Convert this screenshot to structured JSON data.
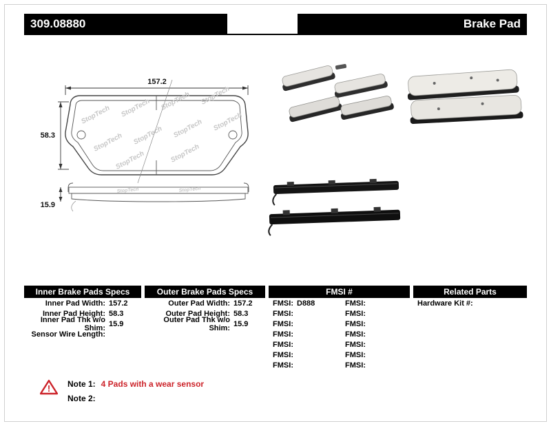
{
  "page": {
    "background": "#ffffff",
    "header_bg": "#000000",
    "accent_red": "#cc2229"
  },
  "header": {
    "part_number": "309.08880",
    "product_type": "Brake Pad"
  },
  "drawing": {
    "watermark": "StopTech",
    "dims": {
      "width": "157.2",
      "height": "58.3",
      "thickness": "15.9"
    }
  },
  "specs": {
    "inner": {
      "title": "Inner Brake Pads Specs",
      "rows": [
        {
          "label": "Inner Pad Width:",
          "value": "157.2"
        },
        {
          "label": "Inner Pad Height:",
          "value": "58.3"
        },
        {
          "label": "Inner Pad Thk w/o Shim:",
          "value": "15.9"
        },
        {
          "label": "Sensor Wire Length:",
          "value": ""
        }
      ]
    },
    "outer": {
      "title": "Outer Brake Pads Specs",
      "rows": [
        {
          "label": "Outer Pad Width:",
          "value": "157.2"
        },
        {
          "label": "Outer Pad Height:",
          "value": "58.3"
        },
        {
          "label": "Outer Pad Thk w/o Shim:",
          "value": "15.9"
        }
      ]
    },
    "fmsi": {
      "title": "FMSI #",
      "rows": [
        {
          "l_label": "FMSI:",
          "l_value": "D888",
          "r_label": "FMSI:",
          "r_value": ""
        },
        {
          "l_label": "FMSI:",
          "l_value": "",
          "r_label": "FMSI:",
          "r_value": ""
        },
        {
          "l_label": "FMSI:",
          "l_value": "",
          "r_label": "FMSI:",
          "r_value": ""
        },
        {
          "l_label": "FMSI:",
          "l_value": "",
          "r_label": "FMSI:",
          "r_value": ""
        },
        {
          "l_label": "FMSI:",
          "l_value": "",
          "r_label": "FMSI:",
          "r_value": ""
        },
        {
          "l_label": "FMSI:",
          "l_value": "",
          "r_label": "FMSI:",
          "r_value": ""
        },
        {
          "l_label": "FMSI:",
          "l_value": "",
          "r_label": "FMSI:",
          "r_value": ""
        }
      ]
    },
    "related": {
      "title": "Related Parts",
      "rows": [
        {
          "label": "Hardware Kit #:",
          "value": ""
        }
      ]
    }
  },
  "notes": {
    "note1_label": "Note 1:",
    "note1_text": "4 Pads with a wear sensor",
    "note2_label": "Note 2:",
    "note2_text": ""
  }
}
